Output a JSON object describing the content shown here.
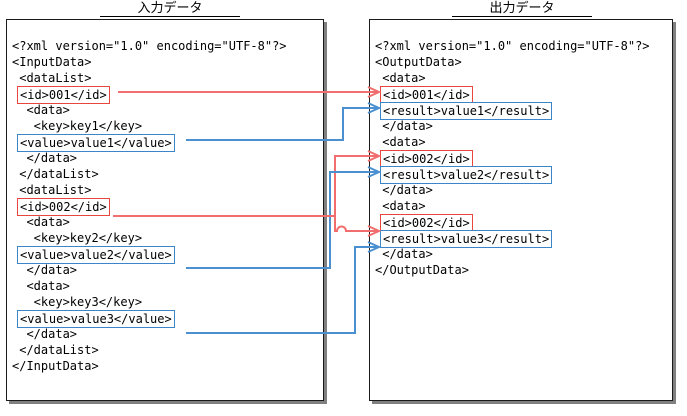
{
  "diagram": {
    "title_left": "入力データ",
    "title_right": "出力データ",
    "colors": {
      "id_link": "#f26d6d",
      "value_link": "#4a90d0",
      "id_box_border": "#e8453c",
      "value_box_border": "#3a86c8",
      "panel_border": "#1a1a1a",
      "panel_shadow": "#808080",
      "text": "#000000"
    }
  },
  "input_panel": {
    "name": "input-data-panel",
    "lines": [
      {
        "id": "in-l1",
        "text": "<?xml version=\"1.0\" encoding=\"UTF-8\"?>",
        "highlight": "none"
      },
      {
        "id": "in-l2",
        "text": "<InputData>",
        "highlight": "none"
      },
      {
        "id": "in-l3",
        "text": " <dataList>",
        "highlight": "none"
      },
      {
        "id": "in-l4",
        "text": "<id>001</id>",
        "highlight": "red"
      },
      {
        "id": "in-l5",
        "text": "  <data>",
        "highlight": "none"
      },
      {
        "id": "in-l6",
        "text": "   <key>key1</key>",
        "highlight": "none"
      },
      {
        "id": "in-l7",
        "text": "<value>value1</value>",
        "highlight": "blue"
      },
      {
        "id": "in-l8",
        "text": "  </data>",
        "highlight": "none"
      },
      {
        "id": "in-l9",
        "text": " </dataList>",
        "highlight": "none"
      },
      {
        "id": "in-l10",
        "text": " <dataList>",
        "highlight": "none"
      },
      {
        "id": "in-l11",
        "text": "<id>002</id>",
        "highlight": "red"
      },
      {
        "id": "in-l12",
        "text": "  <data>",
        "highlight": "none"
      },
      {
        "id": "in-l13",
        "text": "   <key>key2</key>",
        "highlight": "none"
      },
      {
        "id": "in-l14",
        "text": "<value>value2</value>",
        "highlight": "blue"
      },
      {
        "id": "in-l15",
        "text": "  </data>",
        "highlight": "none"
      },
      {
        "id": "in-l16",
        "text": "  <data>",
        "highlight": "none"
      },
      {
        "id": "in-l17",
        "text": "   <key>key3</key>",
        "highlight": "none"
      },
      {
        "id": "in-l18",
        "text": "<value>value3</value>",
        "highlight": "blue"
      },
      {
        "id": "in-l19",
        "text": "  </data>",
        "highlight": "none"
      },
      {
        "id": "in-l20",
        "text": " </dataList>",
        "highlight": "none"
      },
      {
        "id": "in-l21",
        "text": "</InputData>",
        "highlight": "none"
      }
    ]
  },
  "output_panel": {
    "name": "output-data-panel",
    "lines": [
      {
        "id": "out-l1",
        "text": "<?xml version=\"1.0\" encoding=\"UTF-8\"?>",
        "highlight": "none"
      },
      {
        "id": "out-l2",
        "text": "<OutputData>",
        "highlight": "none"
      },
      {
        "id": "out-l3",
        "text": " <data>",
        "highlight": "none"
      },
      {
        "id": "out-l4",
        "text": "<id>001</id>",
        "highlight": "red"
      },
      {
        "id": "out-l5",
        "text": "<result>value1</result>",
        "highlight": "blue"
      },
      {
        "id": "out-l6",
        "text": " </data>",
        "highlight": "none"
      },
      {
        "id": "out-l7",
        "text": " <data>",
        "highlight": "none"
      },
      {
        "id": "out-l8",
        "text": "<id>002</id>",
        "highlight": "red"
      },
      {
        "id": "out-l9",
        "text": "<result>value2</result>",
        "highlight": "blue"
      },
      {
        "id": "out-l10",
        "text": " </data>",
        "highlight": "none"
      },
      {
        "id": "out-l11",
        "text": " <data>",
        "highlight": "none"
      },
      {
        "id": "out-l12",
        "text": "<id>002</id>",
        "highlight": "red"
      },
      {
        "id": "out-l13",
        "text": "<result>value3</result>",
        "highlight": "blue"
      },
      {
        "id": "out-l14",
        "text": " </data>",
        "highlight": "none"
      },
      {
        "id": "out-l15",
        "text": "</OutputData>",
        "highlight": "none"
      }
    ]
  },
  "connectors": [
    {
      "name": "link-id001",
      "color": "#f26d6d",
      "from": "in-l4",
      "to": "out-l4"
    },
    {
      "name": "link-value1",
      "color": "#4a90d0",
      "from": "in-l7",
      "to": "out-l5"
    },
    {
      "name": "link-id002-a",
      "color": "#f26d6d",
      "from": "in-l11",
      "to": "out-l8"
    },
    {
      "name": "link-value2",
      "color": "#4a90d0",
      "from": "in-l14",
      "to": "out-l9"
    },
    {
      "name": "link-id002-b",
      "color": "#f26d6d",
      "from": "in-l11",
      "to": "out-l12"
    },
    {
      "name": "link-value3",
      "color": "#4a90d0",
      "from": "in-l18",
      "to": "out-l13"
    }
  ]
}
